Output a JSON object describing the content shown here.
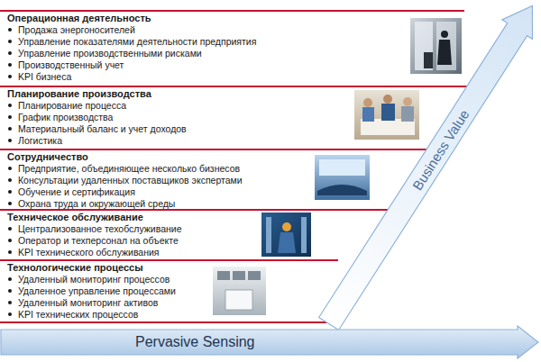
{
  "diagram": {
    "nodes": [
      {
        "text": [
          "Операционная деятельность",
          "Продажа энергоносителей",
          "Управление показателями деятельности предприятия",
          "Управление производственными рисками",
          "Производственный учет",
          "KPI бизнеса"
        ]
      },
      {
        "text": [
          "Планирование производства",
          "Планирование процесса",
          "График производства",
          "Материальный баланс и учет доходов",
          "Логистика"
        ]
      },
      {
        "text": [
          "Сотрудничество",
          "Предприятие, объединяющее несколько бизнесов",
          "Консультации удаленных поставщиков экспертами",
          "Обучение и сертификация",
          "Охрана труда и окружающей среды"
        ]
      },
      {
        "text": [
          "Техническое обслуживание",
          "Централизованное техобслуживание",
          "Оператор и техперсонал на объекте",
          "KPI технического обслуживания"
        ]
      },
      {
        "text": [
          "Технологические процессы",
          "Удаленный мониторинг процессов",
          "Удаленное управление процессами",
          "Удаленный мониторинг активов",
          "KPI технических процессов"
        ]
      },
      {
        "text": [
          "Business Value"
        ]
      },
      {
        "text": [
          "Pervasive Sensing"
        ]
      }
    ]
  }
}
